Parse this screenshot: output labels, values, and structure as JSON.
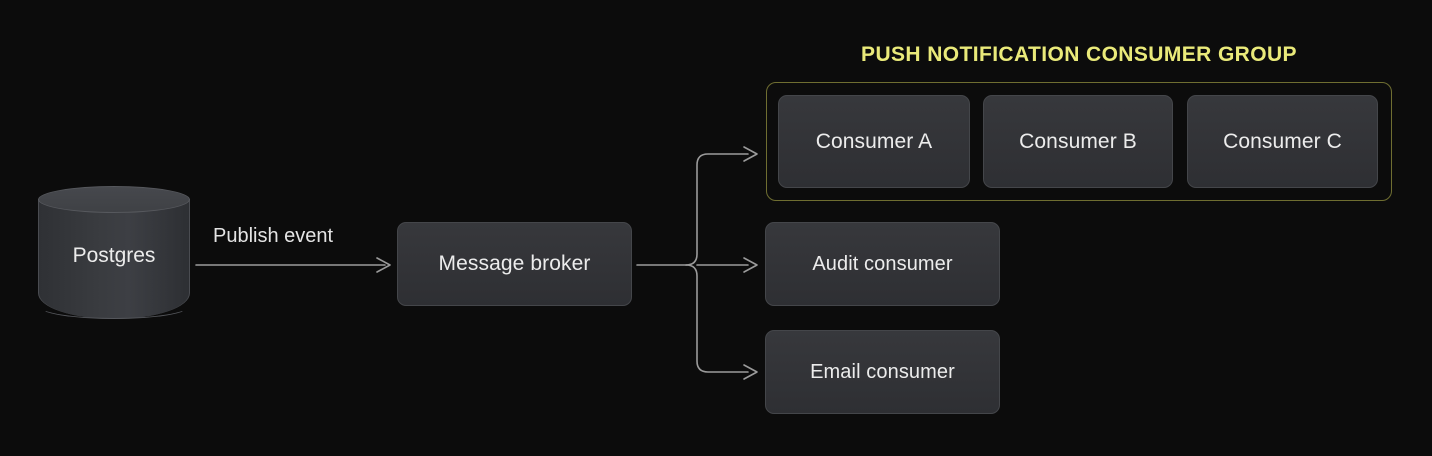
{
  "diagram": {
    "background_color": "#0c0c0c",
    "accent_color": "#eaea7a",
    "group_border_color": "#6f6e31",
    "node_fill_color": "#34363a",
    "connector_color": "#9b9b9b",
    "text_color": "#ececec"
  },
  "group": {
    "title": "PUSH NOTIFICATION CONSUMER GROUP",
    "members": [
      {
        "label": "Consumer A"
      },
      {
        "label": "Consumer B"
      },
      {
        "label": "Consumer C"
      }
    ]
  },
  "source": {
    "label": "Postgres",
    "shape": "cylinder"
  },
  "broker": {
    "label": "Message broker"
  },
  "edges": {
    "publish": "Publish event"
  },
  "standalone_consumers": [
    {
      "label": "Audit consumer"
    },
    {
      "label": "Email consumer"
    }
  ]
}
